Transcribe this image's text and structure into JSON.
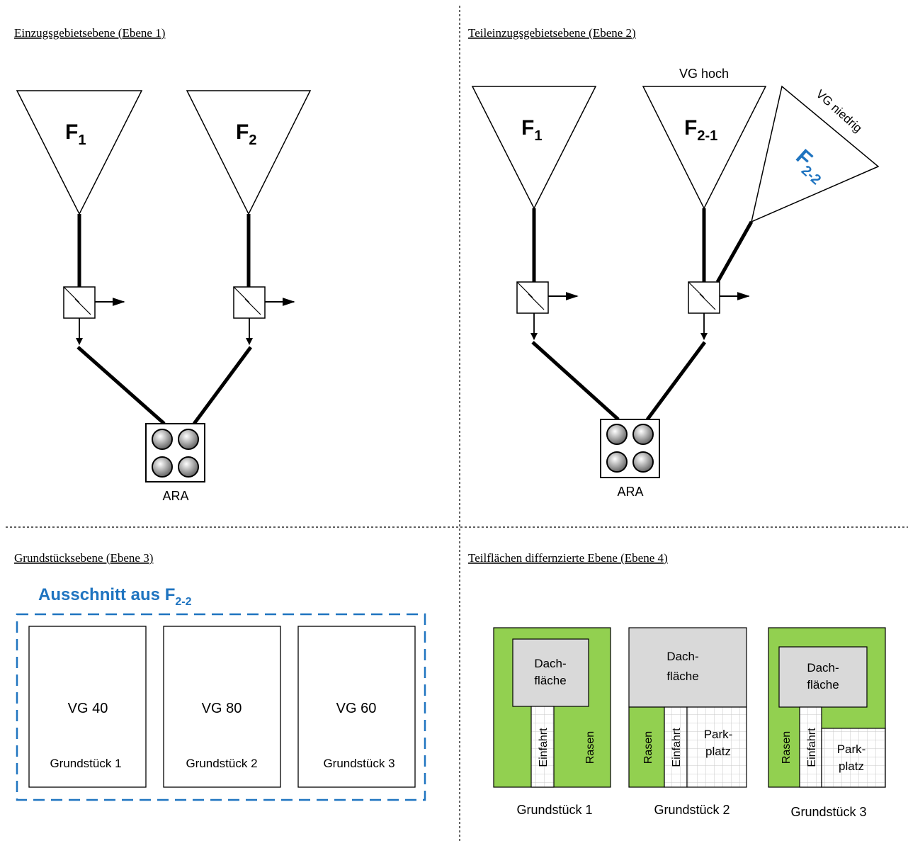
{
  "quadrants": {
    "q1": {
      "title": "Einzugsgebietsebene (Ebene 1)"
    },
    "q2": {
      "title": "Teileinzugsgebietsebene (Ebene 2)"
    },
    "q3": {
      "title": "Grundstücksebene (Ebene 3)"
    },
    "q4": {
      "title": "Teilflächen differnzierte Ebene (Ebene 4)"
    }
  },
  "level1": {
    "f1": {
      "main": "F",
      "sub": "1"
    },
    "f2": {
      "main": "F",
      "sub": "2"
    },
    "plant_label": "ARA"
  },
  "level2": {
    "f1": {
      "main": "F",
      "sub": "1"
    },
    "f21": {
      "main": "F",
      "sub": "2-1"
    },
    "f22": {
      "main": "F",
      "sub": "2-2"
    },
    "vg_high": "VG hoch",
    "vg_low": "VG niedrig",
    "plant_label": "ARA"
  },
  "level3": {
    "heading": {
      "main": "Ausschnitt aus F",
      "sub": "2-2"
    },
    "plots": [
      {
        "vg": "VG 40",
        "name": "Grundstück 1"
      },
      {
        "vg": "VG 80",
        "name": "Grundstück 2"
      },
      {
        "vg": "VG 60",
        "name": "Grundstück 3"
      }
    ]
  },
  "level4": {
    "roof": [
      "Dach-",
      "fläche"
    ],
    "driveway": "Einfahrt",
    "lawn": "Rasen",
    "parking": [
      "Park-",
      "platz"
    ],
    "plots": [
      "Grundstück 1",
      "Grundstück 2",
      "Grundstück 3"
    ]
  },
  "colors": {
    "accent_blue": "#1f74c0",
    "lawn_green": "#92d050",
    "roof_gray": "#d9d9d9",
    "parking_grid": "#bfbfbf"
  }
}
